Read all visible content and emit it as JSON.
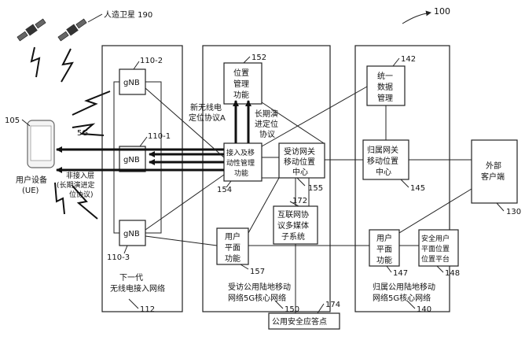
{
  "figure_ref": "100",
  "satellite": {
    "label": "人造卫星 190"
  },
  "ue": {
    "ref": "105",
    "label_line1": "用户设备",
    "label_line2": "(UE)"
  },
  "radio_5g": "5G",
  "non_access": {
    "line1": "非接入层",
    "line2": "(长期演进定",
    "line3": "位协议)"
  },
  "gnb": [
    {
      "label": "gNB",
      "ref": "110-2"
    },
    {
      "label": "gNB",
      "ref": "110-1"
    },
    {
      "label": "gNB",
      "ref": "110-3"
    }
  ],
  "ran": {
    "line1": "下一代",
    "line2": "无线电接入网络",
    "ref": "112"
  },
  "location_mgmt": {
    "lines": [
      "位置",
      "管理",
      "功能"
    ],
    "ref": "152"
  },
  "new_radio_protocol": {
    "line1": "新无线电",
    "line2": "定位协议A"
  },
  "lte_protocol": {
    "line1": "长期演",
    "line2": "进定位",
    "line3": "协议"
  },
  "amf": {
    "lines": [
      "接入及移",
      "动性管理",
      "功能"
    ],
    "ref": "154"
  },
  "vgmlc": {
    "lines": [
      "受访网关",
      "移动位置",
      "中心"
    ],
    "ref": "155"
  },
  "ims": {
    "lines": [
      "互联网协",
      "议多媒体",
      "子系统"
    ],
    "ref": "172"
  },
  "upf_visited": {
    "lines": [
      "用户",
      "平面",
      "功能"
    ],
    "ref": "157"
  },
  "visited_net": {
    "line1": "受访公用陆地移动",
    "line2": "网络5G核心网络",
    "ref": "150"
  },
  "psap": {
    "label": "公用安全应答点",
    "ref": "174"
  },
  "udm": {
    "lines": [
      "统一",
      "数据",
      "管理"
    ],
    "ref": "142"
  },
  "hgmlc": {
    "lines": [
      "归属网关",
      "移动位置",
      "中心"
    ],
    "ref": "145"
  },
  "upf_home": {
    "lines": [
      "用户",
      "平面",
      "功能"
    ],
    "ref": "147"
  },
  "slp": {
    "lines": [
      "安全用户",
      "平面位置",
      "位置平台"
    ],
    "ref": "148"
  },
  "home_net": {
    "line1": "归属公用陆地移动",
    "line2": "网络5G核心网络",
    "ref": "140"
  },
  "external_client": {
    "line1": "外部",
    "line2": "客户端",
    "ref": "130"
  }
}
